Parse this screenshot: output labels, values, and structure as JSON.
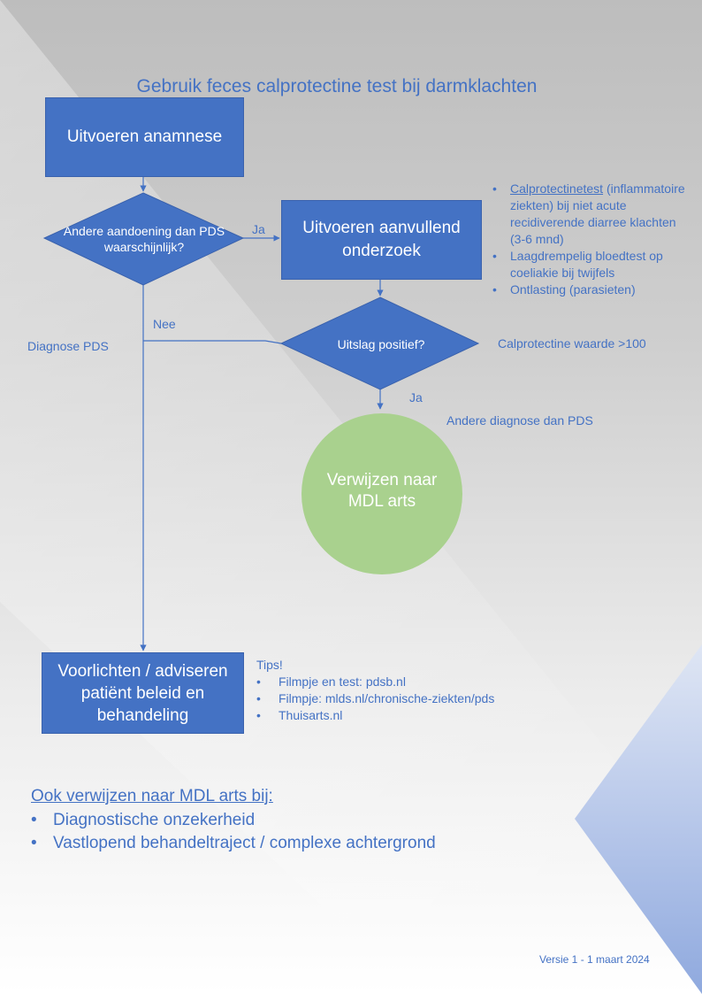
{
  "title": "Gebruik feces calprotectine test bij darmklachten",
  "colors": {
    "box": "#4472C4",
    "circle": "#A9D18E",
    "text": "#4472C4"
  },
  "steps": {
    "anamnese": "Uitvoeren anamnese",
    "question1": "Andere aandoening dan PDS waarschijnlijk?",
    "aanvullend": "Uitvoeren aanvullend onderzoek",
    "question2": "Uitslag positief?",
    "verwijzen": "Verwijzen naar MDL arts",
    "voorlichten": "Voorlichten / adviseren patiënt beleid en behandeling"
  },
  "labels": {
    "ja1": "Ja",
    "nee": "Nee",
    "ja2": "Ja",
    "diagnose_pds": "Diagnose PDS",
    "calpro_waarde": "Calprotectine waarde >100",
    "andere_diagnose": "Andere diagnose dan PDS"
  },
  "onderzoek_items": [
    {
      "link": "Calprotectinetest",
      "rest": " (inflammatoire ziekten) bij niet acute recidiverende diarree klachten (3-6 mnd)"
    },
    {
      "link": "",
      "rest": "Laagdrempelig bloedtest op coeliakie bij twijfels"
    },
    {
      "link": "",
      "rest": "Ontlasting (parasieten)"
    }
  ],
  "tips": {
    "heading": "Tips!",
    "items": [
      "Filmpje en test:  pdsb.nl",
      "Filmpje: mlds.nl/chronische-ziekten/pds",
      "Thuisarts.nl"
    ]
  },
  "ook": {
    "heading": "Ook verwijzen naar MDL arts bij:",
    "items": [
      "Diagnostische onzekerheid",
      "Vastlopend behandeltraject / complexe achtergrond"
    ]
  },
  "versie": "Versie 1 - 1 maart 2024",
  "bullet": "•"
}
